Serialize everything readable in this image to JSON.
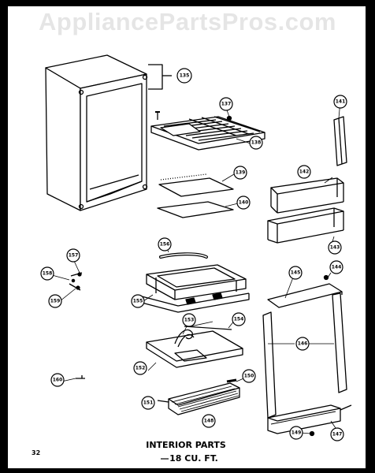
{
  "watermark": "AppliancePartsPros.com",
  "page_number": "32",
  "title_line1": "INTERIOR PARTS",
  "title_line2": "18 CU. FT.",
  "callouts": {
    "c135": "135",
    "c137": "137",
    "c138": "138",
    "c139": "139",
    "c140": "140",
    "c141": "141",
    "c142": "142",
    "c143": "143",
    "c144": "144",
    "c145": "145",
    "c146": "146",
    "c147": "147",
    "c148": "148",
    "c149": "149",
    "c150": "150",
    "c151": "151",
    "c152": "152",
    "c153": "153",
    "c154": "154",
    "c155": "155",
    "c156": "156",
    "c157": "157",
    "c158": "158",
    "c159": "159",
    "c160": "160"
  }
}
